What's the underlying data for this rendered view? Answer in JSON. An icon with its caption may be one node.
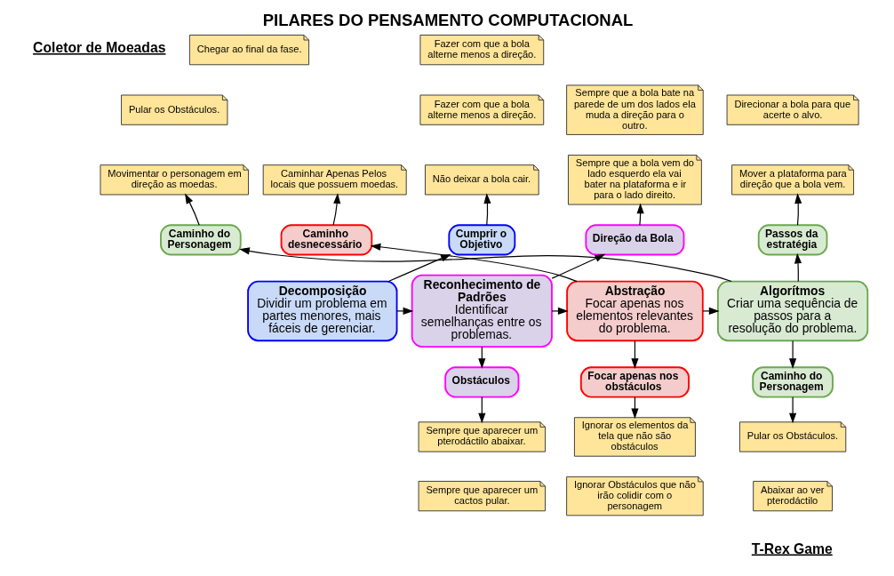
{
  "diagram": {
    "title": "PILARES DO PENSAMENTO COMPUTACIONAL",
    "nodes": [
      {
        "text": [
          "Chegar ao final da fase."
        ]
      },
      {
        "text": [
          "Fazer com que a bola alterne menos a direção."
        ]
      },
      {
        "text": [
          "Direcionar a bola para que acerte o alvo."
        ]
      },
      {
        "text": [
          "Pular os Obstáculos."
        ]
      },
      {
        "text": [
          "Fazer com que a bola alterne menos a direção."
        ]
      },
      {
        "text": [
          "Sempre que a bola bate na parede de um dos lados ela muda a direção para o outro."
        ]
      },
      {
        "text": [
          "Mover a plataforma para direção que a bola vem."
        ]
      },
      {
        "text": [
          "Caminhar Apenas Pelos locais que possuem moedas."
        ]
      },
      {
        "text": [
          "Movimentar o personagem em direção as moedas."
        ]
      },
      {
        "text": [
          "Não deixar a bola cair."
        ]
      },
      {
        "text": [
          "Sempre que a bola vem do lado esquerdo ela vai bater na plataforma e ir para o lado direito."
        ]
      },
      {
        "text": [
          "Caminho desnecessário"
        ]
      },
      {
        "text": [
          "Caminho do Personagem"
        ]
      },
      {
        "text": [
          "Cumprir o Objetivo"
        ]
      },
      {
        "text": [
          "Direção da Bola"
        ]
      },
      {
        "text": [
          "Passos da estratégia"
        ]
      },
      {
        "text": [
          "Decomposição",
          "Dividir um problema em partes menores, mais fáceis de gerenciar."
        ]
      },
      {
        "text": [
          "Reconhecimento de Padrões",
          "Identificar semelhanças entre os problemas."
        ]
      },
      {
        "text": [
          "Abstração",
          "Focar apenas nos elementos relevantes do problema."
        ]
      },
      {
        "text": [
          "Algorítmos",
          "Criar uma sequência de passos para a resolução do problema."
        ]
      },
      {
        "text": [
          "Obstáculos"
        ]
      },
      {
        "text": [
          "Caminho do Personagem"
        ]
      },
      {
        "text": [
          "Focar apenas nos obstáculos"
        ]
      },
      {
        "text": [
          "Sempre que aparecer um pterodáctilo abaixar."
        ]
      },
      {
        "text": [
          "Pular os Obstáculos."
        ]
      },
      {
        "text": [
          "Ignorar os elementos da tela que não são obstáculos"
        ]
      },
      {
        "text": [
          "Sempre que aparecer um cactos pular."
        ]
      },
      {
        "text": [
          "Abaixar ao ver pterodáctilo"
        ]
      },
      {
        "text": [
          "Ignorar Obstáculos que não irão colidir com o personagem"
        ]
      }
    ],
    "edges": [
      {
        "from": 16,
        "to": 17,
        "arrow": "to"
      },
      {
        "from": 17,
        "to": 18,
        "arrow": "to"
      },
      {
        "from": 18,
        "to": 19,
        "arrow": "to"
      },
      {
        "from": 16,
        "to": 13,
        "arrow": "to"
      },
      {
        "from": 17,
        "to": 14,
        "arrow": "to"
      },
      {
        "from": 18,
        "to": 11,
        "arrow": "to"
      },
      {
        "from": 19,
        "to": 12,
        "arrow": "to"
      },
      {
        "from": 19,
        "to": 15,
        "arrow": "to"
      },
      {
        "from": 11,
        "to": 7,
        "arrow": "to"
      },
      {
        "from": 12,
        "to": 8,
        "arrow": "to"
      },
      {
        "from": 13,
        "to": 9,
        "arrow": "to"
      },
      {
        "from": 14,
        "to": 10,
        "arrow": "to"
      },
      {
        "from": 15,
        "to": 6,
        "arrow": "to"
      },
      {
        "from": 17,
        "to": 20,
        "arrow": "to"
      },
      {
        "from": 18,
        "to": 22,
        "arrow": "to"
      },
      {
        "from": 19,
        "to": 21,
        "arrow": "to"
      },
      {
        "from": 20,
        "to": 23,
        "arrow": "to"
      },
      {
        "from": 21,
        "to": 24,
        "arrow": "to"
      },
      {
        "from": 22,
        "to": 25,
        "arrow": "to"
      }
    ],
    "labels": [
      "Coletor de Moeadas",
      "T-Rex Game"
    ]
  }
}
